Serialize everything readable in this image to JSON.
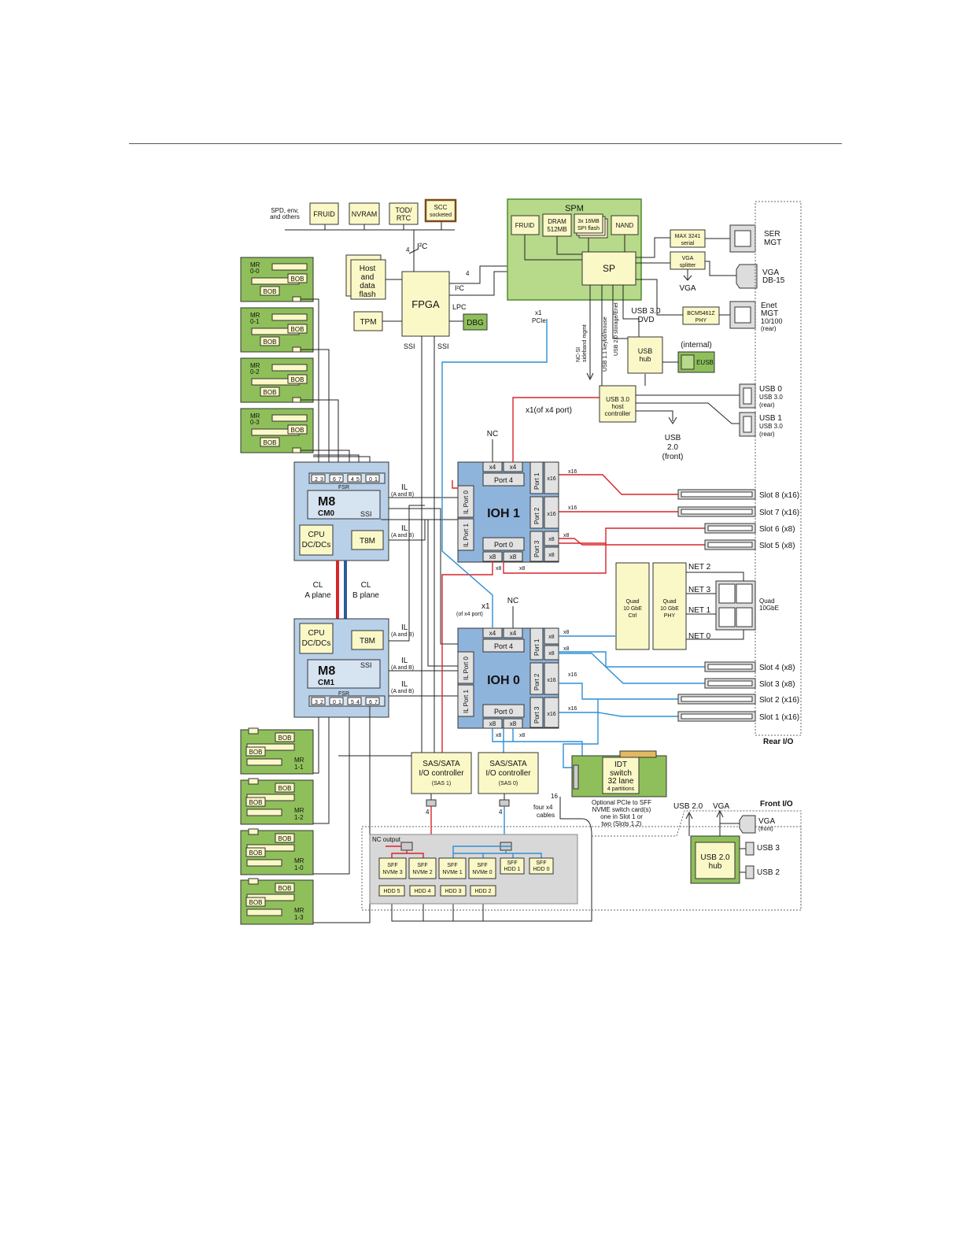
{
  "top": {
    "spd": [
      "SPD, env,",
      "and others"
    ],
    "fruid": "FRUID",
    "nvram": "NVRAM",
    "tod": [
      "TOD/",
      "RTC"
    ],
    "scc": [
      "SCC",
      "socketed"
    ],
    "i2c": "I²C",
    "four": "4"
  },
  "left": {
    "host": [
      "Host",
      "and",
      "data",
      "flash"
    ],
    "fpga": "FPGA",
    "tpm": "TPM",
    "dbg": "DBG",
    "lpc": "LPC",
    "i2c2": "I²C",
    "ssi": "SSI",
    "four": "4"
  },
  "spm": {
    "title": "SPM",
    "fruid": "FRUID",
    "dram": [
      "DRAM",
      "512MB"
    ],
    "spi": [
      "3x 16MB",
      "SPI flash"
    ],
    "nand": "NAND",
    "sp": "SP"
  },
  "right": {
    "max": [
      "MAX 3241",
      "serial"
    ],
    "vgasplit": [
      "VGA",
      "splitter"
    ],
    "vga": "VGA",
    "ser": [
      "SER",
      "MGT"
    ],
    "vgadb": [
      "VGA",
      "DB-15"
    ],
    "bcm": [
      "BCM5461Z",
      "PHY"
    ],
    "enet": [
      "Enet",
      "MGT",
      "10/100",
      "(rear)"
    ],
    "x1pcie": [
      "x1",
      "PCIe"
    ],
    "ncsi": [
      "NC-SI",
      "sideband mgmt"
    ],
    "usb11": "USB 1.1 keybd/mouse",
    "usb20s": "USB 2.0 storage/Enet",
    "usb30dvd": [
      "USB 3.0",
      "DVD"
    ],
    "usbhub": [
      "USB",
      "hub"
    ],
    "internal": "(internal)",
    "eusb": "EUSB",
    "hostctl": [
      "USB 3.0",
      "host",
      "controller"
    ],
    "usb0": [
      "USB 0",
      "USB 3.0",
      "(rear)"
    ],
    "usb1": [
      "USB 1",
      "USB 3.0",
      "(rear)"
    ],
    "usbfront": [
      "USB",
      "2.0",
      "(front)"
    ],
    "x1of4": "x1(of x4 port)",
    "nc": "NC"
  },
  "mr": {
    "top": [
      [
        "MR",
        "0-0"
      ],
      [
        "MR",
        "0-1"
      ],
      [
        "MR",
        "0-2"
      ],
      [
        "MR",
        "0-3"
      ]
    ],
    "bottom": [
      [
        "MR",
        "1-1"
      ],
      [
        "MR",
        "1-2"
      ],
      [
        "MR",
        "1-0"
      ],
      [
        "MR",
        "1-3"
      ]
    ],
    "bob": "BOB"
  },
  "cm": {
    "cm0_ports": [
      "2",
      "3",
      "6",
      "7",
      "4",
      "5",
      "0",
      "1"
    ],
    "cm1_ports": [
      "3",
      "2",
      "0",
      "1",
      "5",
      "4",
      "6",
      "7"
    ],
    "fsr": "FSR",
    "m8": "M8",
    "cm0": "CM0",
    "cm1": "CM1",
    "ssi": "SSI",
    "cpu": [
      "CPU",
      "DC/DCs"
    ],
    "t8m": "T8M",
    "il": "IL",
    "ab": "(A and B)",
    "cla": [
      "CL",
      "A plane"
    ],
    "clb": [
      "CL",
      "B plane"
    ]
  },
  "ioh": {
    "ioh1": "IOH 1",
    "ioh0": "IOH 0",
    "port4": "Port 4",
    "port0": "Port 0",
    "x4": "x4",
    "x8": "x8",
    "x16": "x16",
    "x1": "x1",
    "x1sub": "(of x4 port)",
    "nc": "NC",
    "ports_r": [
      "Port 1",
      "Port 2",
      "Port 3"
    ],
    "il_ports": [
      "IL Port 0",
      "IL Port 1"
    ]
  },
  "slots": [
    "Slot 8 (x16)",
    "Slot 7 (x16)",
    "Slot 6 (x8)",
    "Slot 5 (x8)",
    "Slot 4 (x8)",
    "Slot 3 (x8)",
    "Slot 2 (x16)",
    "Slot 1 (x16)"
  ],
  "net": {
    "ctrl": [
      "Quad",
      "10 GbE",
      "Ctrl"
    ],
    "phy": [
      "Quad",
      "10 GbE",
      "PHY"
    ],
    "labels": [
      "NET 2",
      "NET 3",
      "NET 1",
      "NET 0"
    ],
    "quad": [
      "Quad",
      "10GbE"
    ]
  },
  "rear_io": "Rear I/O",
  "storage": {
    "sas1": [
      "SAS/SATA",
      "I/O controller",
      "(SAS 1)"
    ],
    "sas0": [
      "SAS/SATA",
      "I/O controller",
      "(SAS 0)"
    ],
    "idt": [
      "IDT",
      "switch",
      "32 lane",
      "4 partitions"
    ],
    "optional": [
      "Optional PCIe to SFF",
      "NVME switch card(s)",
      "one in Slot 1 or",
      "two (Slots 1,2)"
    ],
    "cables": [
      "16",
      "four x4",
      "cables"
    ],
    "nc_output": "NC output",
    "nvme": [
      [
        "SFF",
        "NVMe 3"
      ],
      [
        "SFF",
        "NVMe 2"
      ],
      [
        "SFF",
        "NVMe 1"
      ],
      [
        "SFF",
        "NVMe 0"
      ],
      [
        "SFF",
        "HDD 1"
      ],
      [
        "SFF",
        "HDD 0"
      ]
    ],
    "hdd": [
      "HDD 5",
      "HDD 4",
      "HDD 3",
      "HDD 2"
    ],
    "four": "4"
  },
  "front": {
    "title": "Front I/O",
    "usb20": "USB 2.0",
    "vga": "VGA",
    "vgafront": [
      "VGA",
      "(front)"
    ],
    "hub": [
      "USB 2.0",
      "hub"
    ],
    "usb3": "USB 3",
    "usb2": "USB 2"
  },
  "colors": {
    "green": "#8fbf5a",
    "lightgreen": "#b7d98a",
    "blue": "#b8d0e8",
    "iohblue": "#8fb4dc",
    "yellow": "#fbf8c8",
    "red": "#d8252c",
    "cyan": "#2f8fd6",
    "dkgreen": "#4f8a2e"
  }
}
